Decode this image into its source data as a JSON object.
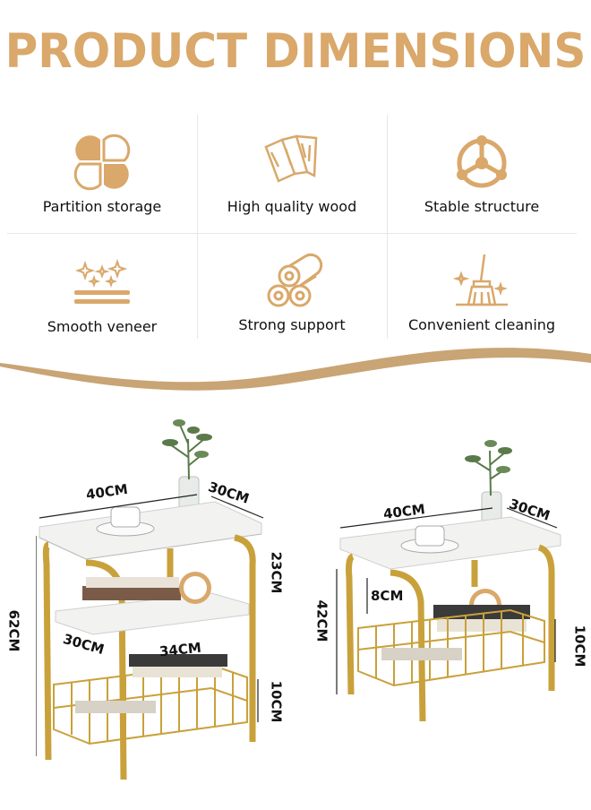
{
  "title": "PRODUCT DIMENSIONS",
  "colors": {
    "accent": "#D9A86A",
    "gold": "#C9A13B",
    "marble": "#F2F2F0"
  },
  "features": [
    {
      "label": "Partition storage",
      "icon": "clover-icon"
    },
    {
      "label": "High quality wood",
      "icon": "wood-planks-icon"
    },
    {
      "label": "Stable structure",
      "icon": "triangle-wheel-icon"
    },
    {
      "label": "Smooth veneer",
      "icon": "sparkle-surface-icon"
    },
    {
      "label": "Strong support",
      "icon": "logs-icon"
    },
    {
      "label": "Convenient cleaning",
      "icon": "broom-icon"
    }
  ],
  "large_table": {
    "width": "40CM",
    "depth": "30CM",
    "shelf_gap": "23CM",
    "height": "62CM",
    "shelf_depth": "30CM",
    "shelf_width": "34CM",
    "basket_height": "10CM"
  },
  "small_table": {
    "width": "40CM",
    "depth": "30CM",
    "height": "42CM",
    "gap": "8CM",
    "basket_height": "10CM"
  }
}
